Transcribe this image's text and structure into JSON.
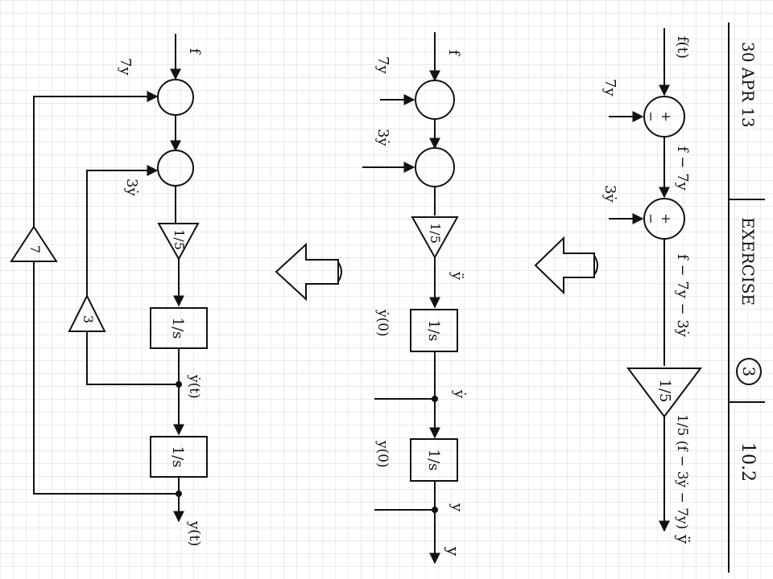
{
  "header": {
    "date": "30 APR 13",
    "title": "EXERCISE",
    "exercise_number": "3",
    "section": "10.2"
  },
  "diagram_right": {
    "input": "f(t)",
    "feedback_1": "7y",
    "feedback_2": "3ẏ",
    "signal_1": "f − 7y",
    "signal_2": "f − 7y − 3ẏ",
    "gain": "1/5",
    "gain_output": "1/5 (f − 3ẏ − 7y)",
    "output": "ÿ",
    "sum_sign_plus": "+",
    "sum_sign_minus": "−"
  },
  "diagram_middle": {
    "input": "f",
    "feedback_1": "7y",
    "feedback_2": "3ẏ",
    "gain": "1/5",
    "gain_output": "ÿ",
    "integrator_1": "1/s",
    "ic_1": "ẏ(0)",
    "mid_signal": "ẏ",
    "integrator_2": "1/s",
    "ic_2": "y(0)",
    "tap_signal": "y",
    "output": "y"
  },
  "diagram_left": {
    "input": "f",
    "feedback_1": "7y",
    "feedback_2": "3ẏ",
    "gain": "1/5",
    "integrator_1": "1/s",
    "mid_signal": "ẏ(t)",
    "integrator_2": "1/s",
    "output": "y(t)",
    "gain_3": "3",
    "gain_7": "7"
  }
}
